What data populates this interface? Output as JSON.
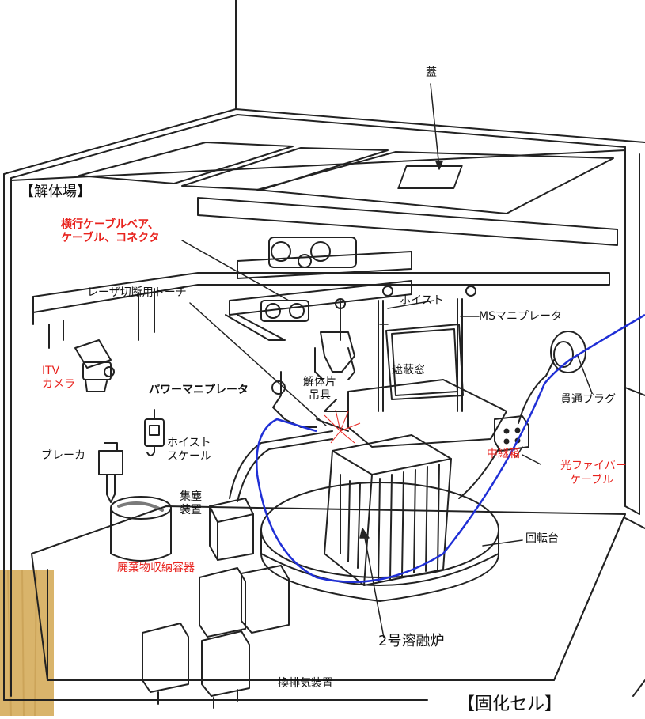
{
  "labels": {
    "lid": "蓋",
    "dismantling_area": "【解体場】",
    "traverse_cable_1": "横行ケーブルベア、",
    "traverse_cable_2": "ケーブル、コネクタ",
    "laser_torch": "レーザ切断用トーチ",
    "hoist": "ホイスト",
    "ms_manipulator": "MSマニプレータ",
    "itv_1": "ITV",
    "itv_2": "カメラ",
    "shield_window": "遮蔽窓",
    "fragment_hanger_1": "解体片",
    "fragment_hanger_2": "吊具",
    "power_manipulator": "パワーマニプレータ",
    "penetration_plug": "貫通プラグ",
    "hoist_scale_1": "ホイスト",
    "hoist_scale_2": "スケール",
    "relay_box": "中継箱",
    "breaker": "ブレーカ",
    "optical_fiber_1": "光ファイバー",
    "optical_fiber_2": "ケーブル",
    "dust_collector_1": "集塵",
    "dust_collector_2": "装置",
    "turntable": "回転台",
    "waste_container": "廃棄物収納容器",
    "melter": "2号溶融炉",
    "exhaust": "換排気装置",
    "vitrification_cell": "【固化セル】"
  },
  "colors": {
    "line": "#222222",
    "red_label": "#e8231e",
    "fiber_cable": "#1f2fd6",
    "wood": "#d8b46a"
  }
}
